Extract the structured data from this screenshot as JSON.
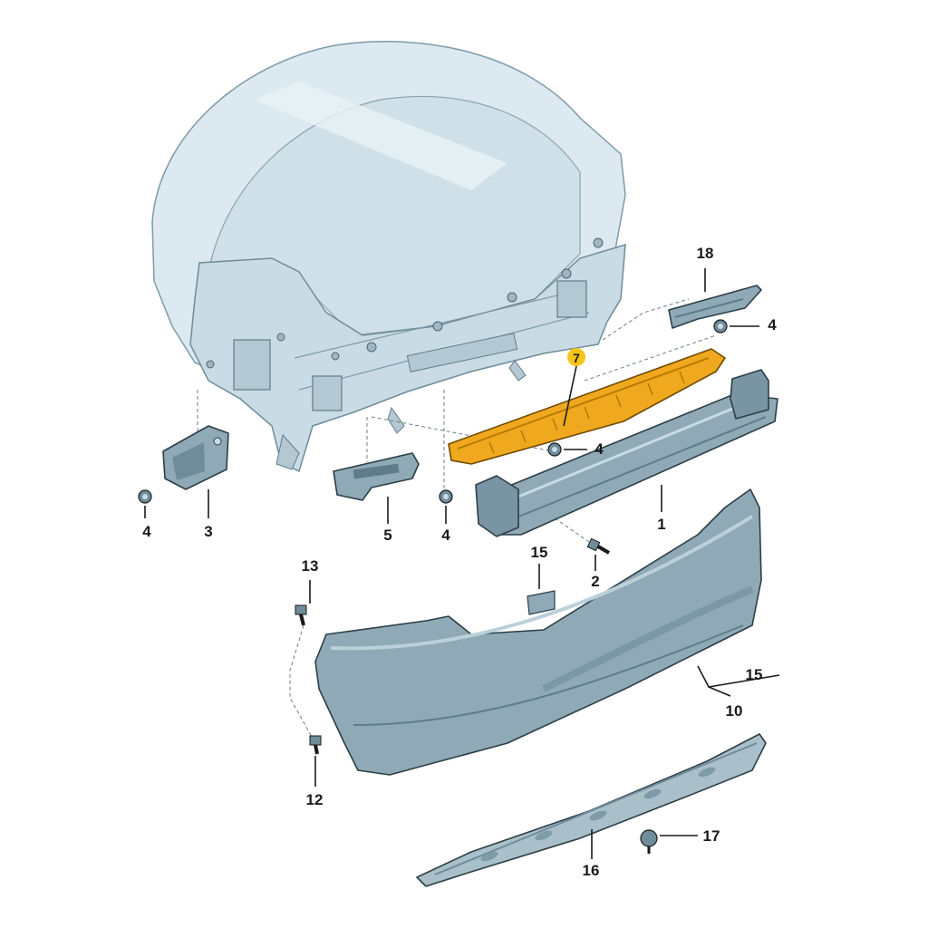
{
  "callouts": {
    "c1": "1",
    "c2": "2",
    "c3": "3",
    "c4a": "4",
    "c4b": "4",
    "c4c": "4",
    "c4d": "4",
    "c5": "5",
    "c7": "7",
    "c10": "10",
    "c12": "12",
    "c13": "13",
    "c15a": "15",
    "c15b": "15",
    "c16": "16",
    "c17": "17",
    "c18": "18"
  },
  "colors": {
    "body_shell": "#dce9f0",
    "part_fill": "#8fa9b6",
    "part_dark": "#5f7c8a",
    "highlight_part": "#f0a81e",
    "highlight_marker": "#f5c518",
    "line": "#1a1a1a"
  },
  "highlighted_part": "7"
}
